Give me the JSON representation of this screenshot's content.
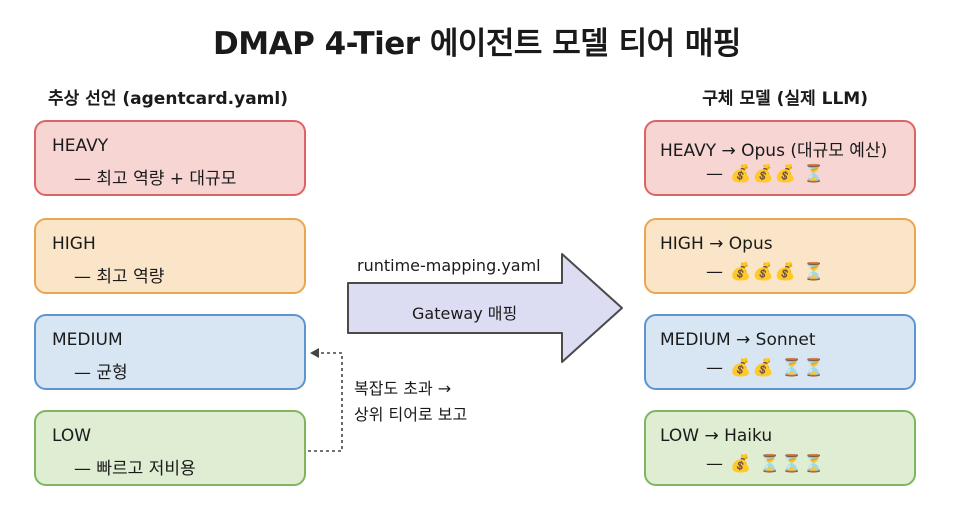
{
  "title": "DMAP 4-Tier 에이전트 모델 티어 매핑",
  "left_header": "추상 선언 (agentcard.yaml)",
  "right_header": "구체 모델 (실제 LLM)",
  "left_tiers": [
    {
      "name": "HEAVY",
      "desc": "— 최고 역량 + 대규모"
    },
    {
      "name": "HIGH",
      "desc": "— 최고 역량"
    },
    {
      "name": "MEDIUM",
      "desc": "— 균형"
    },
    {
      "name": "LOW",
      "desc": "— 빠르고 저비용"
    }
  ],
  "right_tiers": [
    {
      "name": "HEAVY → Opus (대규모 예산)",
      "desc": "— 💰💰💰 ⏳"
    },
    {
      "name": "HIGH → Opus",
      "desc": "— 💰💰💰 ⏳"
    },
    {
      "name": "MEDIUM → Sonnet",
      "desc": "— 💰💰 ⏳⏳"
    },
    {
      "name": "LOW → Haiku",
      "desc": "— 💰 ⏳⏳⏳"
    }
  ],
  "mapping_file": "runtime-mapping.yaml",
  "mapping_label": "Gateway 매핑",
  "escalation_line1": "복잡도 초과 →",
  "escalation_line2": "상위 티어로 보고",
  "colors": {
    "heavy_fill": "#f7d5d3",
    "heavy_border": "#db6466",
    "high_fill": "#fbe5c8",
    "high_border": "#eaa553",
    "medium_fill": "#d8e6f4",
    "medium_border": "#5e94d0",
    "low_fill": "#dfeed2",
    "low_border": "#7db561",
    "arrow_fill": "#dcdcf3",
    "arrow_border": "#4a4a4a"
  }
}
